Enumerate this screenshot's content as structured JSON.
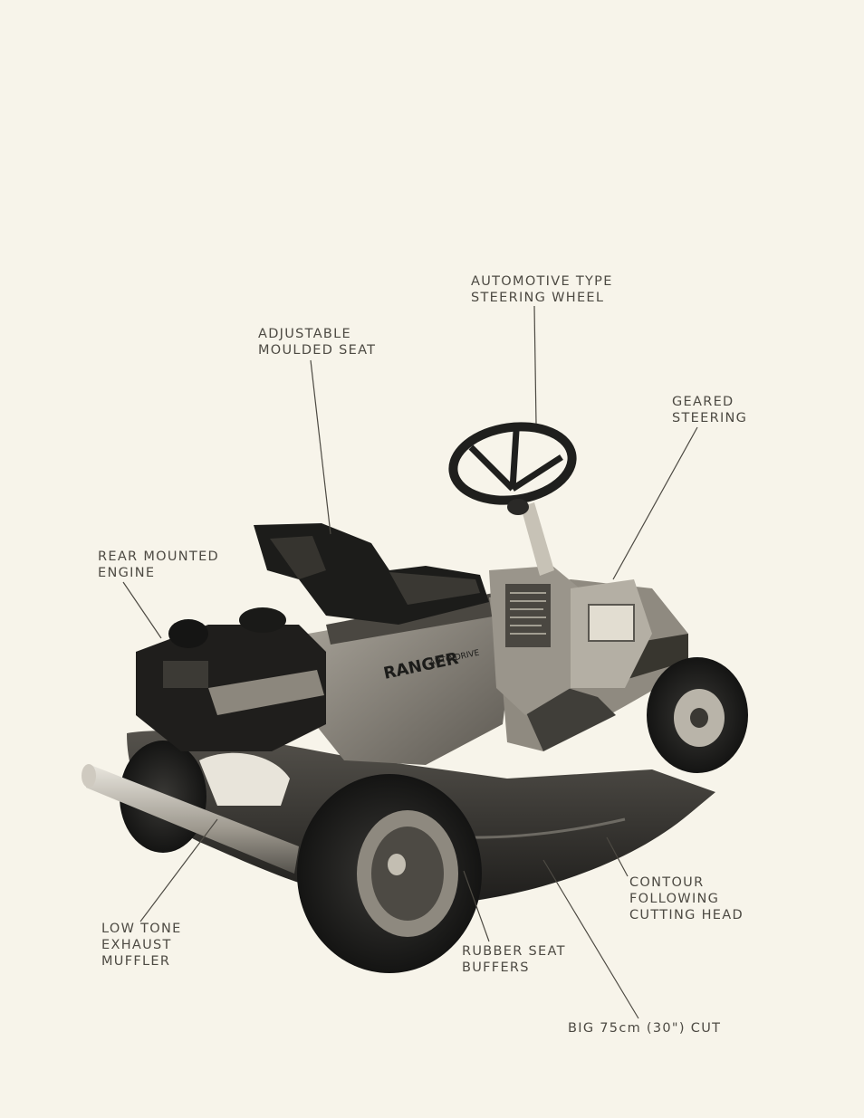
{
  "labels": {
    "steering_wheel": [
      "AUTOMOTIVE TYPE",
      "STEERING WHEEL"
    ],
    "seat": [
      "ADJUSTABLE",
      "MOULDED SEAT"
    ],
    "geared_steering": [
      "GEARED",
      "STEERING"
    ],
    "engine": [
      "REAR MOUNTED",
      "ENGINE"
    ],
    "contour_head": [
      "CONTOUR",
      "FOLLOWING",
      "CUTTING HEAD"
    ],
    "muffler": [
      "LOW TONE",
      "EXHAUST",
      "MUFFLER"
    ],
    "seat_buffers": [
      "RUBBER SEAT",
      "BUFFERS"
    ],
    "cut": [
      "BIG 75cm (30\") CUT"
    ]
  },
  "decal": {
    "brand": "RANGER",
    "model": "AUTO DRIVE"
  },
  "colors": {
    "paper": "#f7f4ea",
    "ink": "#4d4a43",
    "dark": "#1f1f1d",
    "mid": "#7b776f",
    "light": "#c9c4b8"
  }
}
